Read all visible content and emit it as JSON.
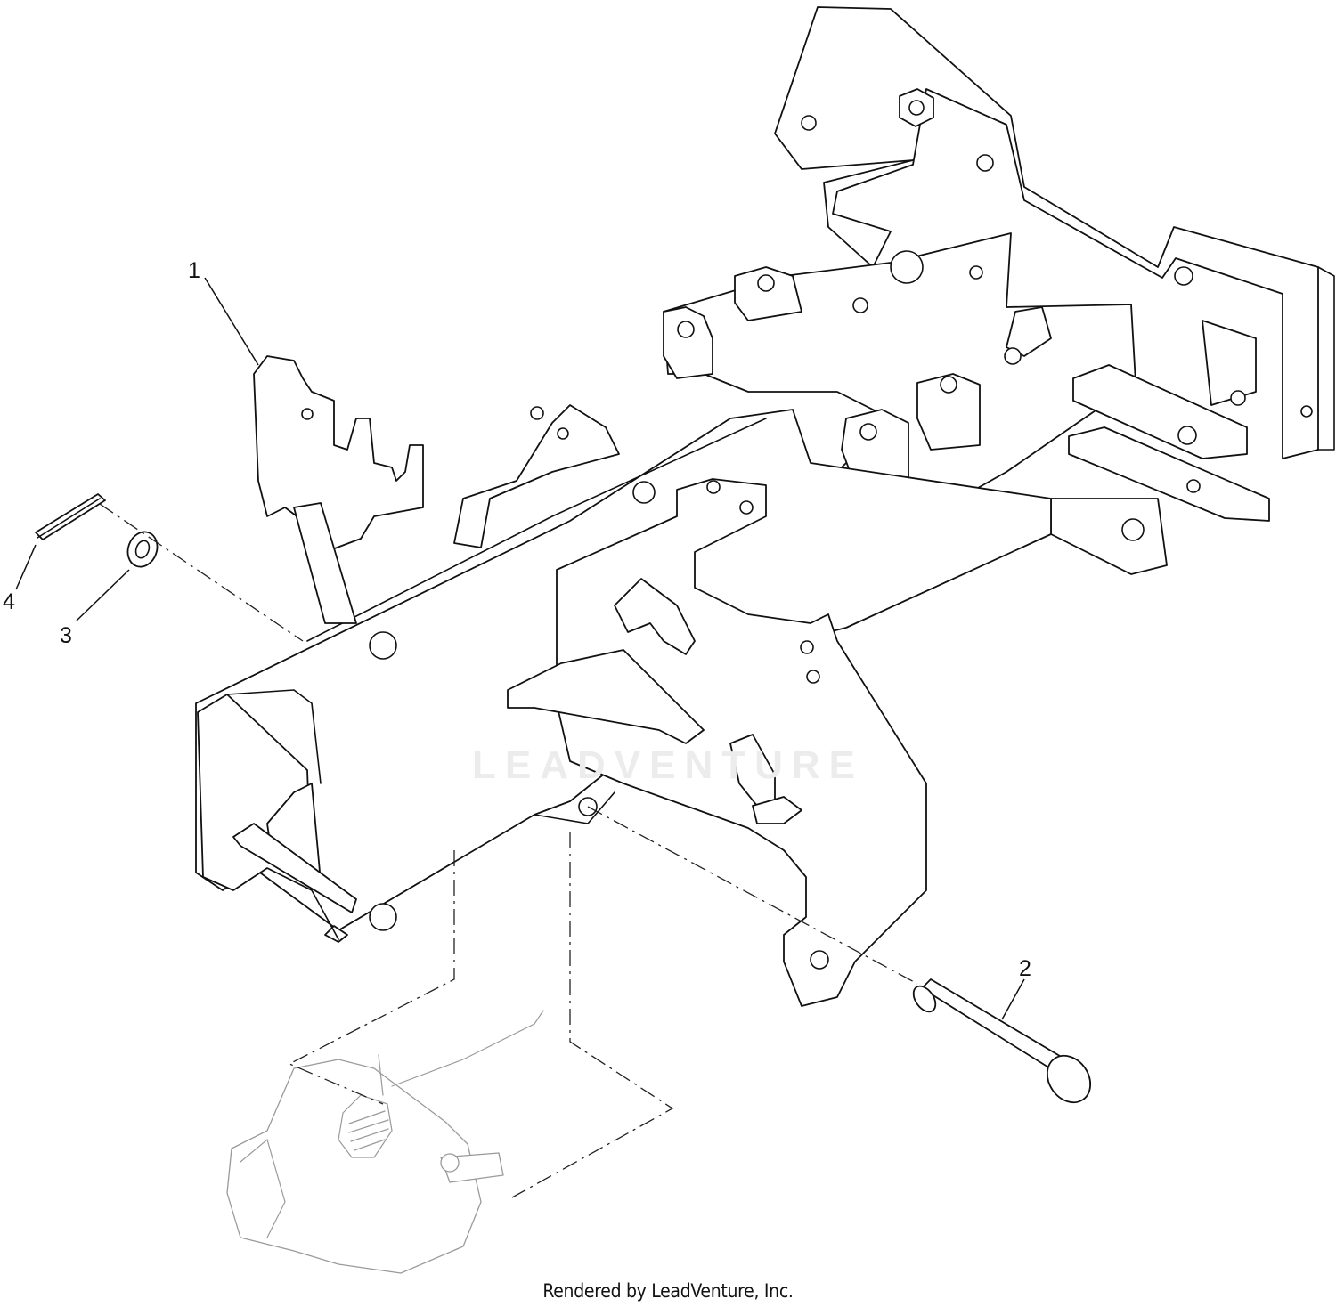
{
  "diagram": {
    "callouts": [
      "1",
      "2",
      "3",
      "4"
    ],
    "watermark_text": "LEADVENTURE",
    "credit": "Rendered by LeadVenture, Inc."
  }
}
